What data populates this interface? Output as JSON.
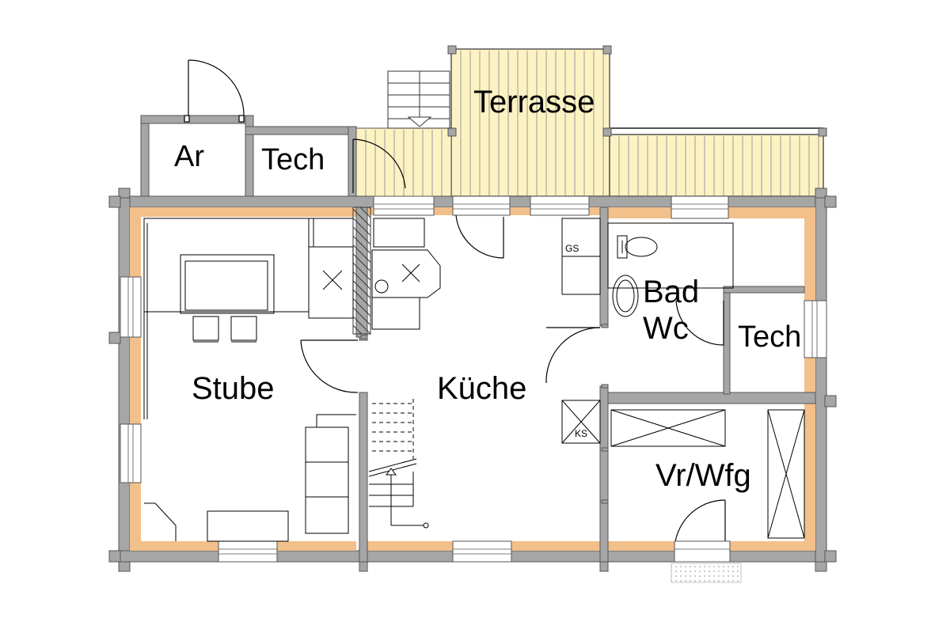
{
  "rooms": {
    "ar": "Ar",
    "tech_top": "Tech",
    "terrasse": "Terrasse",
    "stube": "Stube",
    "kueche": "Küche",
    "bad": "Bad",
    "wc": "Wc",
    "tech_right": "Tech",
    "vrwfg": "Vr/Wfg"
  },
  "fixtures": {
    "gs": "GS",
    "ks": "KS"
  },
  "colors": {
    "wall": "#a6a6a6",
    "wall_stroke": "#555555",
    "insulation": "#f2c08a",
    "terrace": "#fdf3c2",
    "line": "#000000"
  }
}
